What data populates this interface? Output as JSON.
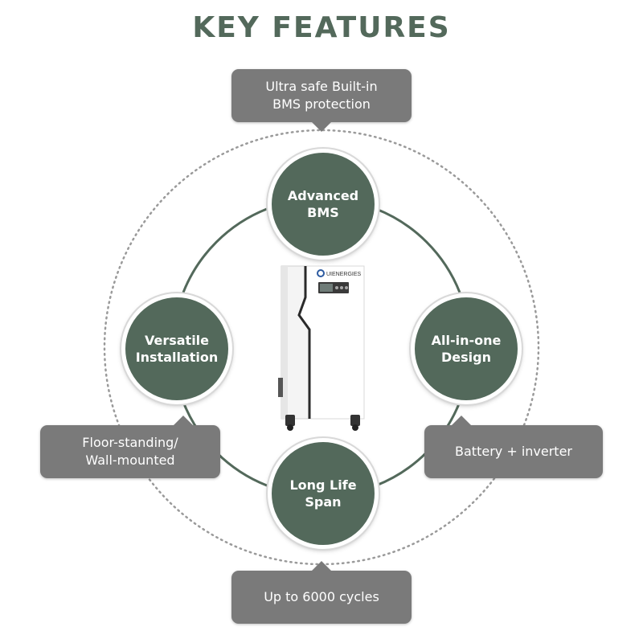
{
  "title": "KEY FEATURES",
  "colors": {
    "title": "#53695b",
    "node": "#53695b",
    "callout": "#7a7a7a",
    "ring": "#53695b",
    "dotted": "#9a9a9a"
  },
  "features": {
    "top": "Advanced\nBMS",
    "left": "Versatile\nInstallation",
    "right": "All-in-one\nDesign",
    "bottom": "Long Life\nSpan"
  },
  "callouts": {
    "top": "Ultra safe Built-in\nBMS protection",
    "left": "Floor-standing/\nWall-mounted",
    "right": "Battery + inverter",
    "bottom": "Up to 6000 cycles"
  },
  "product": {
    "brand": "UIENERGIES",
    "icon": "battery-inverter-cabinet"
  }
}
